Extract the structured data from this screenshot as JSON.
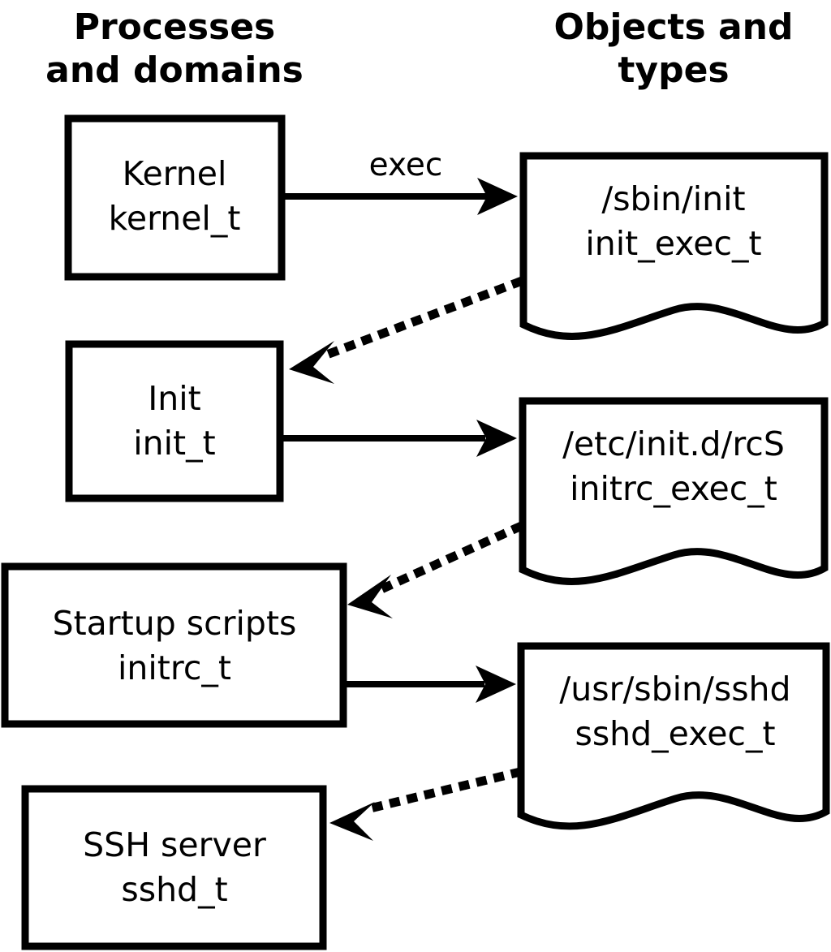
{
  "diagram": {
    "title_left": "Processes\nand domains",
    "columns": {
      "left": {
        "heading_line1": "Processes",
        "heading_line2": "and domains"
      },
      "right": {
        "heading_line1": "Objects and",
        "heading_line2": "types"
      }
    },
    "process_nodes": [
      {
        "id": "kernel",
        "label": "Kernel",
        "type": "kernel_t"
      },
      {
        "id": "init",
        "label": "Init",
        "type": "init_t"
      },
      {
        "id": "initrc",
        "label": "Startup scripts",
        "type": "initrc_t"
      },
      {
        "id": "sshd",
        "label": "SSH server",
        "type": "sshd_t"
      }
    ],
    "object_nodes": [
      {
        "id": "init_exec",
        "label": "/sbin/init",
        "type": "init_exec_t"
      },
      {
        "id": "initrc_exec",
        "label": "/etc/init.d/rcS",
        "type": "initrc_exec_t"
      },
      {
        "id": "sshd_exec",
        "label": "/usr/sbin/sshd",
        "type": "sshd_exec_t"
      }
    ],
    "edges": [
      {
        "id": "e1",
        "from": "kernel",
        "to": "init_exec",
        "label": "exec",
        "style": "solid"
      },
      {
        "id": "e2",
        "from": "init_exec",
        "to": "init",
        "label": "",
        "style": "dotted"
      },
      {
        "id": "e3",
        "from": "init",
        "to": "initrc_exec",
        "label": "",
        "style": "solid"
      },
      {
        "id": "e4",
        "from": "initrc_exec",
        "to": "initrc",
        "label": "",
        "style": "dotted"
      },
      {
        "id": "e5",
        "from": "initrc",
        "to": "sshd_exec",
        "label": "",
        "style": "solid"
      },
      {
        "id": "e6",
        "from": "sshd_exec",
        "to": "sshd",
        "label": "",
        "style": "dotted"
      }
    ],
    "colors": {
      "background": "#ffffff",
      "stroke": "#000000",
      "text": "#000000"
    }
  }
}
